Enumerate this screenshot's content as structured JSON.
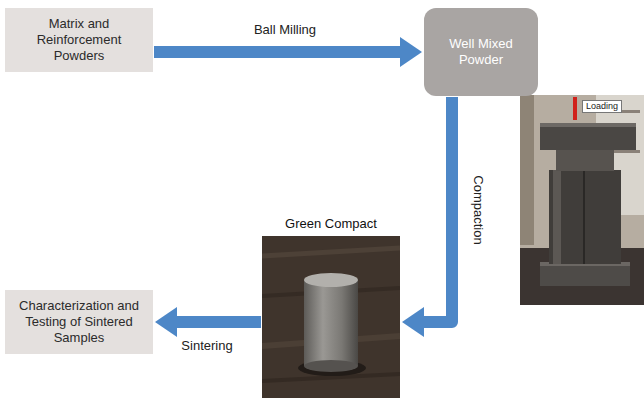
{
  "diagram": {
    "nodes": [
      {
        "text": [
          "Matrix and Reinforcement Powders"
        ]
      },
      {
        "text": [
          "Well Mixed Powder"
        ]
      },
      {
        "text": [
          "Green Compact"
        ]
      },
      {
        "text": [
          "Characterization and Testing of Sintered Samples"
        ]
      }
    ],
    "edges": [
      {
        "from": 0,
        "to": 1,
        "arrow": "to",
        "label": "Ball Milling"
      },
      {
        "from": 1,
        "to": 2,
        "arrow": "to",
        "label": "Compaction"
      },
      {
        "from": 2,
        "to": 3,
        "arrow": "to",
        "label": "Sintering"
      }
    ],
    "labels": [
      "Loading"
    ]
  }
}
